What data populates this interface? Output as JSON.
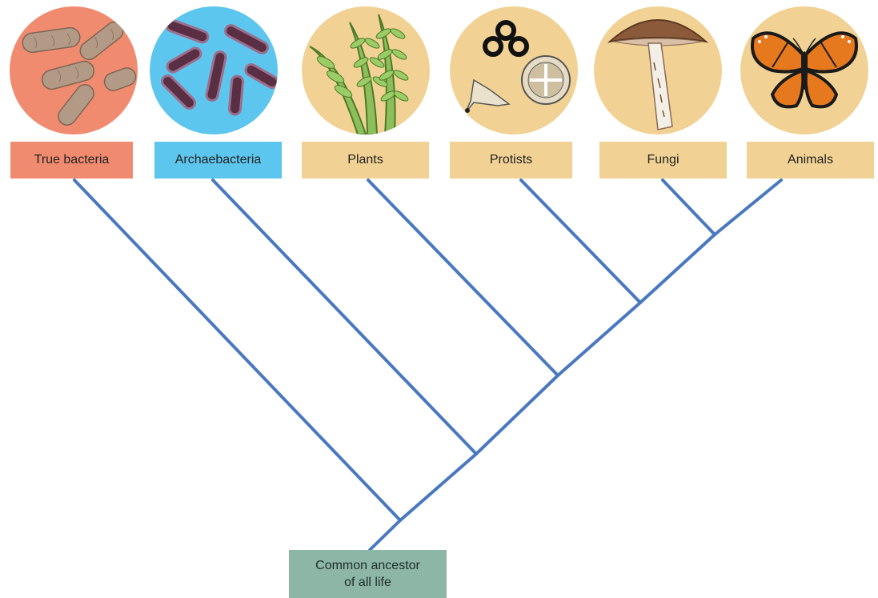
{
  "colors": {
    "bacteria": "#f18b70",
    "archaea": "#5dc6ee",
    "eukaryote": "#f2d294",
    "root": "#8db6a6",
    "branch": "#4a78c0"
  },
  "groups": [
    {
      "label": "True bacteria",
      "icon": "bacteria-icon"
    },
    {
      "label": "Archaebacteria",
      "icon": "archaebacteria-icon"
    },
    {
      "label": "Plants",
      "icon": "fern-icon"
    },
    {
      "label": "Protists",
      "icon": "diatom-icon"
    },
    {
      "label": "Fungi",
      "icon": "mushroom-icon"
    },
    {
      "label": "Animals",
      "icon": "butterfly-icon"
    }
  ],
  "root": {
    "line1": "Common ancestor",
    "line2": "of all life"
  }
}
